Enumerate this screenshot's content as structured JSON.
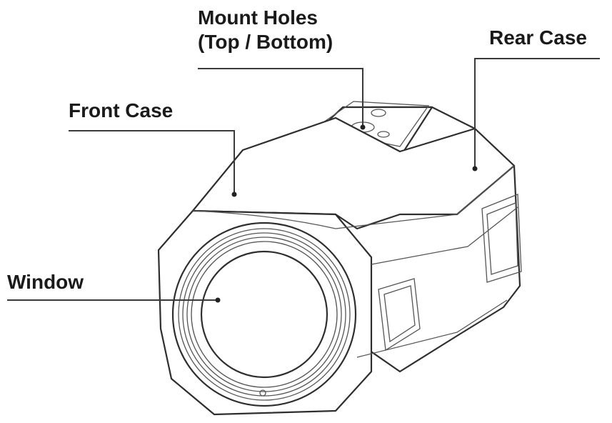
{
  "labels": {
    "mount_line1": "Mount Holes",
    "mount_line2": "(Top / Bottom)",
    "rear_case": "Rear Case",
    "front_case": "Front Case",
    "window": "Window"
  }
}
